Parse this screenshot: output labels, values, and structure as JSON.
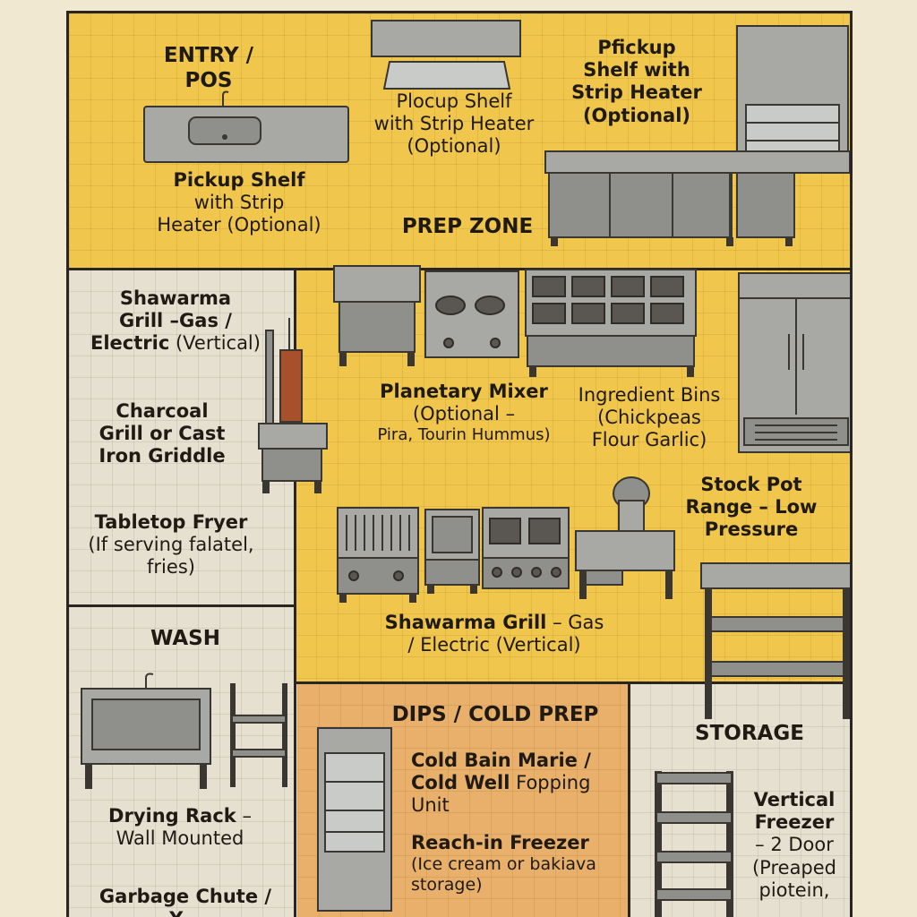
{
  "zones": {
    "entry_pos": "ENTRY / POS",
    "prep_zone": "PREP ZONE",
    "wash": "WASH",
    "dips_cold_prep": "DIPS / COLD PREP",
    "storage": "STORAGE"
  },
  "labels": {
    "pickup_left_1": "Pickup Shelf",
    "pickup_left_2": "with Strip",
    "pickup_left_3": "Heater (Optional)",
    "plocup_1": "Plocup Shelf",
    "plocup_2": "with Strip Heater",
    "plocup_3": "(Optional)",
    "pfickup_1": "Pfickup",
    "pfickup_2": "Shelf with",
    "pfickup_3": "Strip Heater",
    "pfickup_4": "(Optional)",
    "shawarma_left_1": "Shawarma",
    "shawarma_left_2": "Grill –Gas /",
    "shawarma_left_3": "Electric",
    "shawarma_left_3b": " (Vertical)",
    "charcoal_1": "Charcoal",
    "charcoal_2": "Grill or Cast",
    "charcoal_3": "Iron Griddle",
    "fryer_1": "Tabletop Fryer",
    "fryer_2": "(If serving falatel,",
    "fryer_3": "fries)",
    "mixer_1": "Planetary Mixer",
    "mixer_2": "(Optional  –",
    "mixer_3": "Pira, Tourin Hummus)",
    "bins_1": "Ingredient Bins",
    "bins_2": "(Chickpeas",
    "bins_3": "Flour Garlic)",
    "stockpot_1": "Stock Pot",
    "stockpot_2": "Range – Low",
    "stockpot_3": "Pressure",
    "shawarma_center_1": "Shawarma Grill",
    "shawarma_center_1b": " – Gas",
    "shawarma_center_2": "/ Electric (Vertical)",
    "drying_1": "Drying Rack",
    "drying_1b": " –",
    "drying_2": "Wall Mounted",
    "garbage_1": "Garbage Chute /",
    "garbage_2": "Y...",
    "bain_1": "Cold Bain Marie /",
    "bain_2": "Cold Well",
    "bain_2b": " Fopping Unit",
    "freezer_1": "Reach-in Freezer",
    "freezer_2": "(Ice cream or bakiava",
    "freezer_3": "storage)",
    "vfreezer_1": "Vertical",
    "vfreezer_2": "Freezer",
    "vfreezer_3": "– 2 Door",
    "vfreezer_4": "(Preaped",
    "vfreezer_5": "piotein,"
  },
  "colors": {
    "prep_yellow": "#f0c64c",
    "cold_orange": "#e8b06a",
    "neutral_grey": "#e6e0d0",
    "steel": "#a8a8a4"
  }
}
